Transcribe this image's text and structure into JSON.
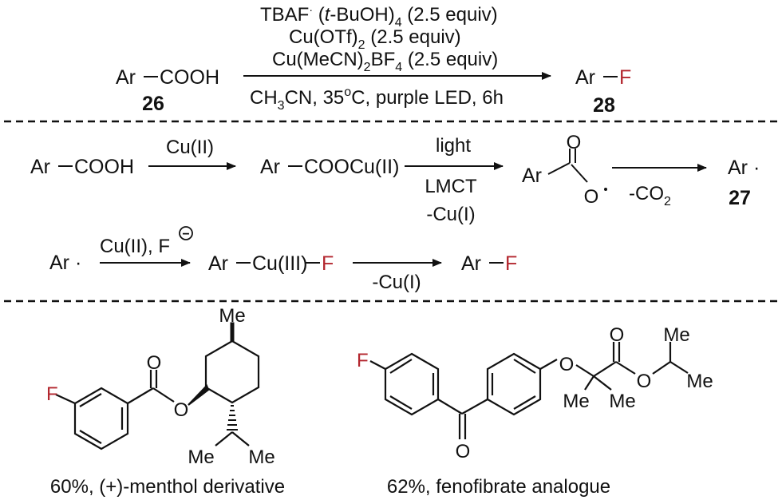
{
  "colors": {
    "ink": "#111111",
    "fluorine": "#b3262e"
  },
  "top_reaction": {
    "reactant": "Ar",
    "reactant_group": "COOH",
    "reactant_number": "26",
    "conditions_line1_a": "TBAF",
    "conditions_line1_b": "(",
    "conditions_line1_c": "t",
    "conditions_line1_d": "-BuOH)",
    "conditions_line1_sub": "4",
    "conditions_line1_e": " (2.5 equiv)",
    "conditions_line2_a": "Cu(OTf)",
    "conditions_line2_sub": "2",
    "conditions_line2_b": " (2.5 equiv)",
    "conditions_line3_a": "Cu(MeCN)",
    "conditions_line3_sub": "2",
    "conditions_line3_b": "BF",
    "conditions_line3_sub2": "4",
    "conditions_line3_c": " (2.5 equiv)",
    "below_arrow_a": "CH",
    "below_arrow_sub": "3",
    "below_arrow_b": "CN, 35",
    "below_arrow_sup": "o",
    "below_arrow_c": "C, purple LED, 6h",
    "product_ar": "Ar",
    "product_f": "F",
    "product_number": "28"
  },
  "mechanism": {
    "start_ar": "Ar",
    "start_group": "COOH",
    "step1_reagent": "Cu(II)",
    "intermediate_ar": "Ar",
    "intermediate_group": "COOCu(II)",
    "step2_above": "light",
    "step2_below1": "LMCT",
    "step2_below2": "-Cu(I)",
    "carboxyl_ar": "Ar",
    "carboxyl_o_top": "O",
    "carboxyl_o_bottom": "O",
    "step3_below_a": "-CO",
    "step3_below_sub": "2",
    "radical": "Ar ·",
    "radical_number": "27",
    "row2_radical": "Ar ·",
    "step4_reagent_a": "Cu(II), F",
    "step4_charge": "−",
    "cu3_ar": "Ar",
    "cu3_group": "Cu(III)",
    "cu3_f": "F",
    "step5_below": "-Cu(I)",
    "final_ar": "Ar",
    "final_f": "F"
  },
  "examples": [
    {
      "f": "F",
      "o_carbonyl": "O",
      "o_ester": "O",
      "me_top": "Me",
      "me_left": "Me",
      "me_right": "Me",
      "caption": "60%, (+)-menthol derivative"
    },
    {
      "f": "F",
      "o_ketone": "O",
      "o_ether": "O",
      "o_carbonyl": "O",
      "o_ester": "O",
      "me_left": "Me",
      "me_mid": "Me",
      "me_top": "Me",
      "me_right": "Me",
      "caption": "62%, fenofibrate analogue"
    }
  ]
}
